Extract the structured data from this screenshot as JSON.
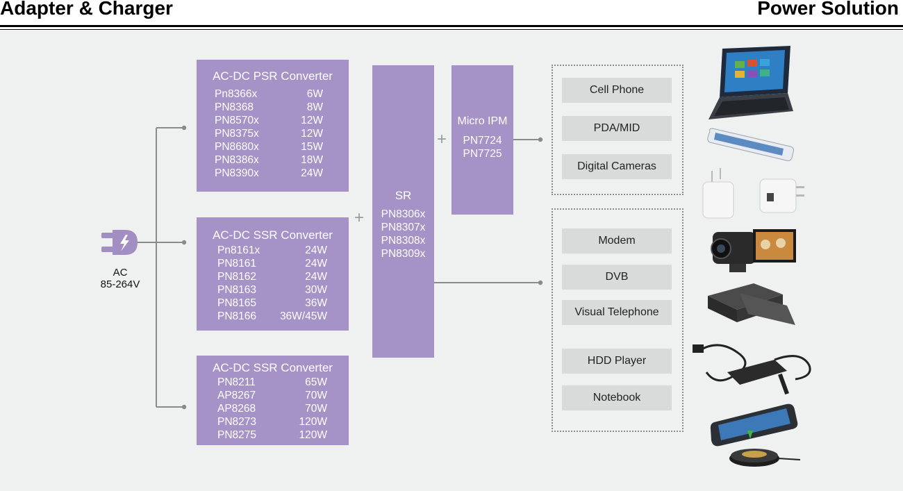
{
  "header": {
    "left_title": "Adapter & Charger",
    "right_title": "Power Solution"
  },
  "input": {
    "line1": "AC",
    "line2": "85-264V"
  },
  "psr": {
    "title": "AC-DC PSR Converter",
    "rows": [
      {
        "pn": "Pn8366x",
        "w": "6W"
      },
      {
        "pn": "PN8368",
        "w": "8W"
      },
      {
        "pn": "PN8570x",
        "w": "12W"
      },
      {
        "pn": "PN8375x",
        "w": "12W"
      },
      {
        "pn": "PN8680x",
        "w": "15W"
      },
      {
        "pn": "PN8386x",
        "w": "18W"
      },
      {
        "pn": "PN8390x",
        "w": "24W"
      }
    ]
  },
  "ssr1": {
    "title": "AC-DC SSR Converter",
    "rows": [
      {
        "pn": "Pn8161x",
        "w": "24W"
      },
      {
        "pn": "PN8161",
        "w": "24W"
      },
      {
        "pn": "PN8162",
        "w": "24W"
      },
      {
        "pn": "PN8163",
        "w": "30W"
      },
      {
        "pn": "PN8165",
        "w": "36W"
      },
      {
        "pn": "PN8166",
        "w": "36W/45W"
      }
    ]
  },
  "ssr2": {
    "title": "AC-DC SSR Converter",
    "rows": [
      {
        "pn": "PN8211",
        "w": "65W"
      },
      {
        "pn": "AP8267",
        "w": "70W"
      },
      {
        "pn": "AP8268",
        "w": "70W"
      },
      {
        "pn": "PN8273",
        "w": "120W"
      },
      {
        "pn": "PN8275",
        "w": "120W"
      }
    ]
  },
  "sr": {
    "title": "SR",
    "parts": [
      "PN8306x",
      "PN8307x",
      "PN8308x",
      "PN8309x"
    ]
  },
  "ipm": {
    "title": "Micro IPM",
    "parts": [
      "PN7724",
      "PN7725"
    ]
  },
  "plus_sign": "+",
  "devices_top": [
    "Cell Phone",
    "PDA/MID",
    "Digital Cameras"
  ],
  "devices_bottom": [
    "Modem",
    "DVB",
    "Visual Telephone",
    "HDD Player",
    "Notebook"
  ],
  "pictures": [
    "tablet-image",
    "smartphone-image",
    "usb-charger-image",
    "camcorder-image",
    "set-top-box-image",
    "laptop-adapter-image",
    "wireless-charger-image"
  ],
  "colors": {
    "block": "#a592c6",
    "device_box": "#d9dada",
    "background": "#eff0f0",
    "line": "#8a8a8a"
  }
}
